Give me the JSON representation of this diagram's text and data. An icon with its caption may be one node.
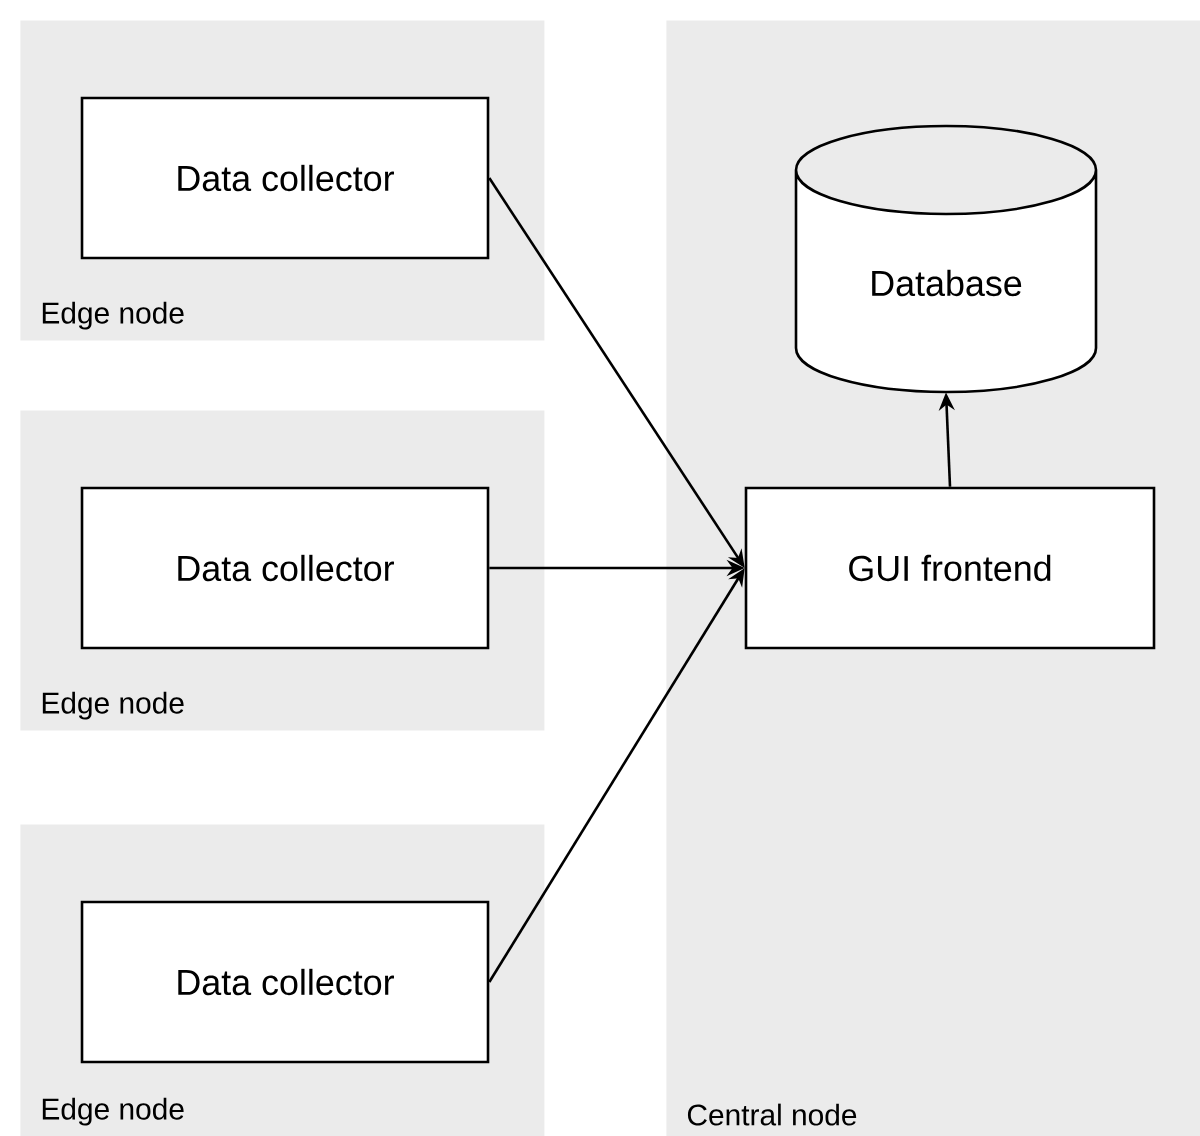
{
  "diagram": {
    "nodes": [
      {
        "text": [
          "Edge node"
        ]
      },
      {
        "text": [
          "Data collector"
        ],
        "in": 0
      },
      {
        "text": [
          "Edge node"
        ]
      },
      {
        "text": [
          "Data collector"
        ],
        "in": 2
      },
      {
        "text": [
          "Edge node"
        ]
      },
      {
        "text": [
          "Data collector"
        ],
        "in": 4
      },
      {
        "text": [
          "Central node"
        ]
      },
      {
        "text": [
          "Database"
        ],
        "in": 6
      },
      {
        "text": [
          "GUI frontend"
        ],
        "in": 6
      }
    ],
    "edges": [
      {
        "from": 1,
        "to": 8,
        "arrow": "to"
      },
      {
        "from": 3,
        "to": 8,
        "arrow": "to"
      },
      {
        "from": 5,
        "to": 8,
        "arrow": "to"
      },
      {
        "from": 8,
        "to": 7,
        "arrow": "to"
      }
    ]
  }
}
